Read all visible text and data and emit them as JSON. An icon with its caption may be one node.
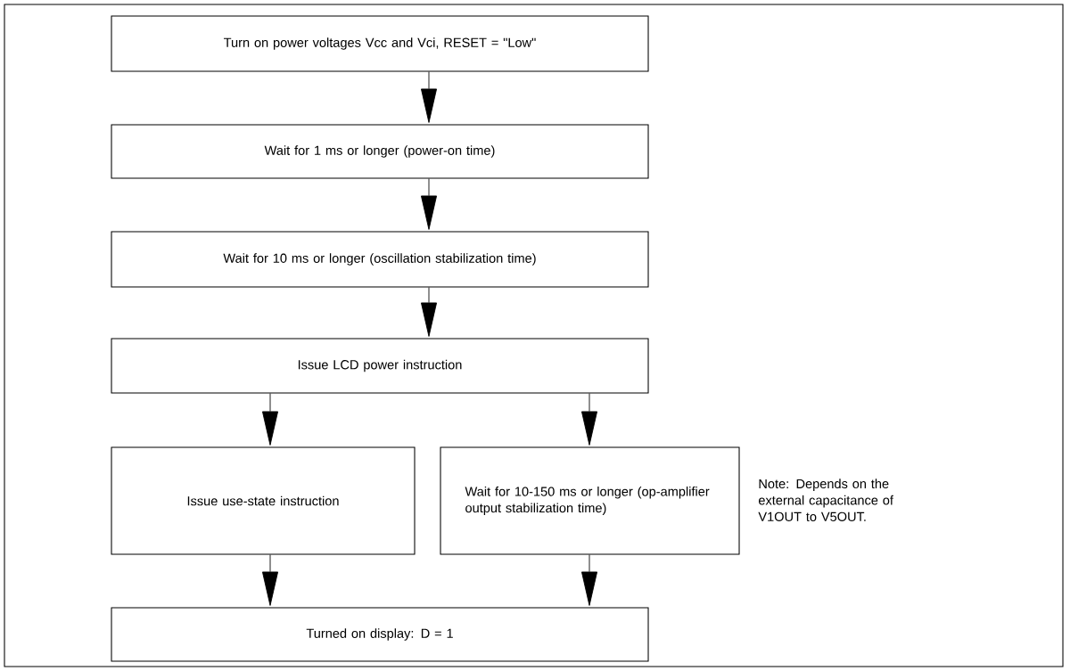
{
  "diagram": {
    "nodes": [
      {
        "text": [
          "Turn on power voltages Vcc and Vci, RESET = \"Low\""
        ]
      },
      {
        "text": [
          "Wait for 1 ms or longer (power-on time)"
        ]
      },
      {
        "text": [
          "Wait for 10 ms or longer (oscillation stabilization time)"
        ]
      },
      {
        "text": [
          "Issue LCD power instruction"
        ]
      },
      {
        "text": [
          "Issue use-state instruction"
        ]
      },
      {
        "text": [
          "Wait for 10-150 ms or longer (op-amplifier output stabilization time)"
        ]
      },
      {
        "text": [
          "Turned on display: D = 1"
        ]
      }
    ],
    "edges": [
      {
        "from": 0,
        "to": 1,
        "arrow": "to"
      },
      {
        "from": 1,
        "to": 2,
        "arrow": "to"
      },
      {
        "from": 2,
        "to": 3,
        "arrow": "to"
      },
      {
        "from": 3,
        "to": 4,
        "arrow": "to"
      },
      {
        "from": 3,
        "to": 5,
        "arrow": "to"
      },
      {
        "from": 4,
        "to": 6,
        "arrow": "to"
      },
      {
        "from": 5,
        "to": 6,
        "arrow": "to"
      }
    ],
    "labels": [
      "Note: Depends on the external capacitance of V1OUT to V5OUT."
    ]
  }
}
